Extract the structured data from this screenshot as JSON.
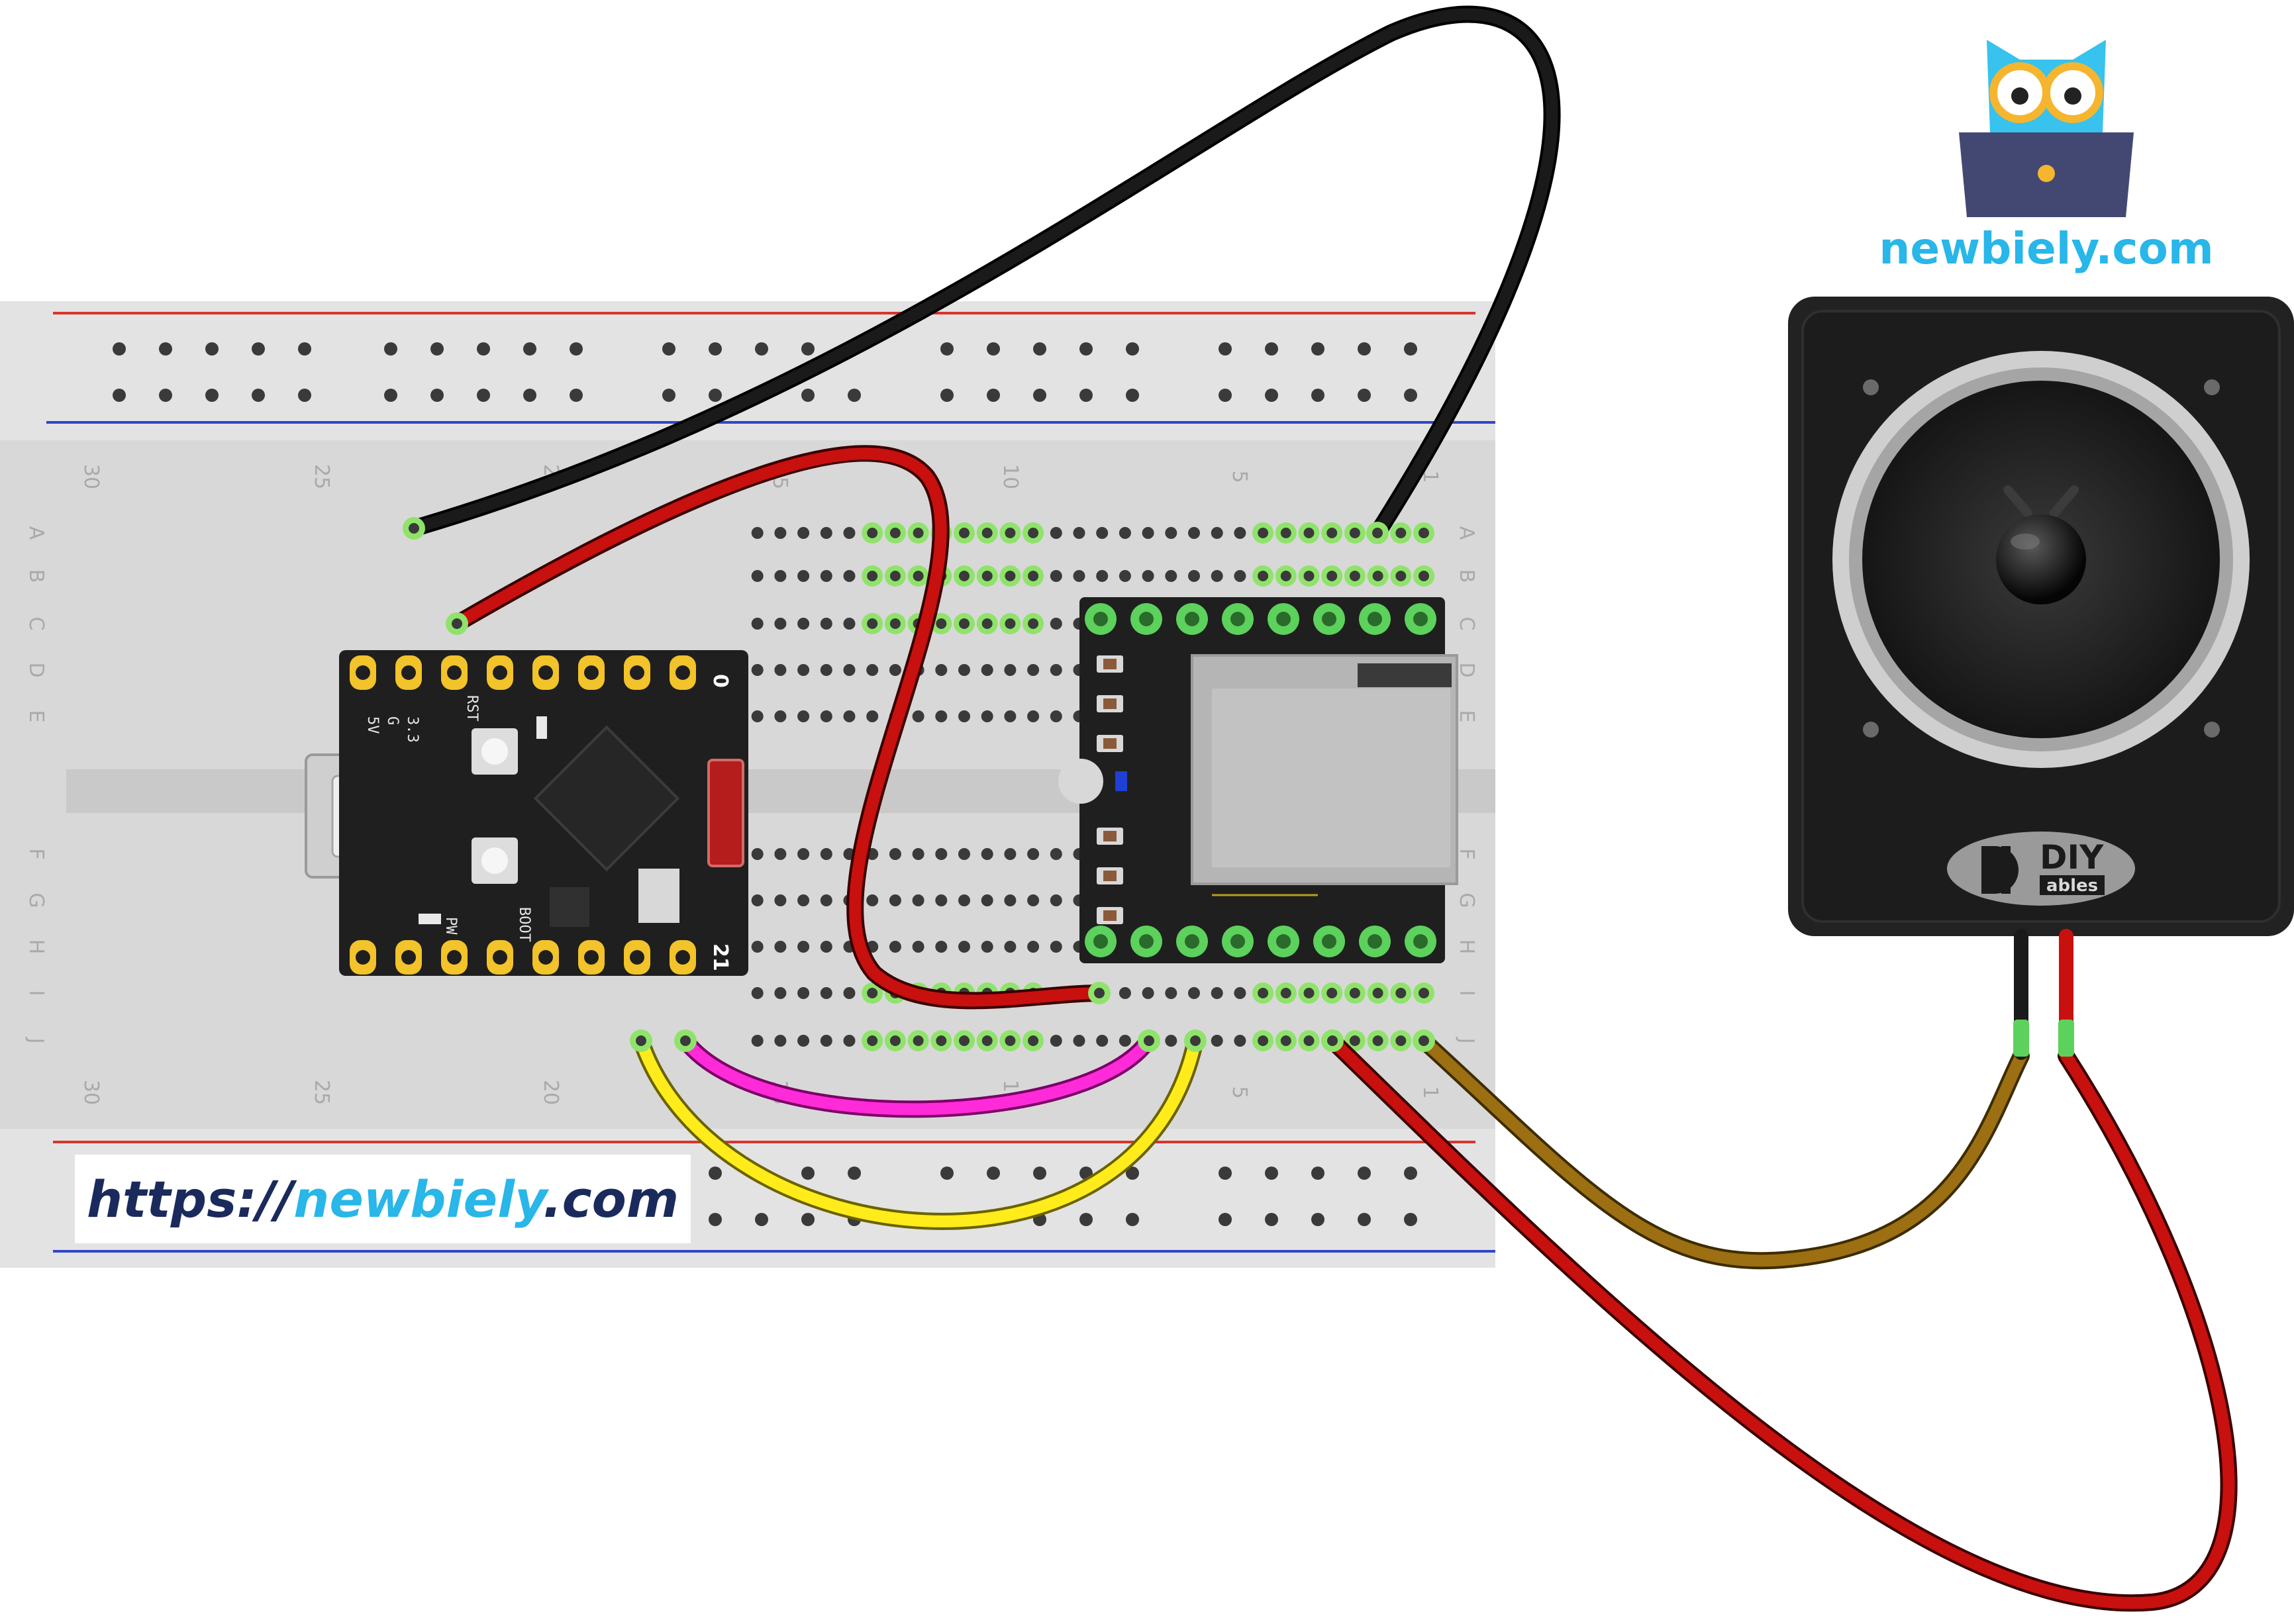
{
  "breadboard": {
    "row_letters_top": [
      "A",
      "B",
      "C",
      "D",
      "E"
    ],
    "row_letters_bottom": [
      "F",
      "G",
      "H",
      "I",
      "J"
    ],
    "column_numbers": [
      "30",
      "25",
      "20",
      "15",
      "10",
      "5",
      "1"
    ]
  },
  "esp32_board": {
    "pin_labels": [
      "5V",
      "G",
      "3.3",
      "RST",
      "BOOT",
      "PW"
    ],
    "top_row_end_pin": "0",
    "bottom_row_end_pin": "21"
  },
  "speaker": {
    "brand_main": "DIY",
    "brand_sub": "ables"
  },
  "logo": {
    "text": "newbiely.com"
  },
  "footer_link": {
    "protocol": "https://",
    "domain": "newbiely",
    "tld": ".com"
  },
  "wire_colors": {
    "black": "#1a1a1a",
    "red": "#c8100f",
    "magenta": "#ff2bd8",
    "yellow": "#ffec1a",
    "brown": "#9b6f12"
  }
}
